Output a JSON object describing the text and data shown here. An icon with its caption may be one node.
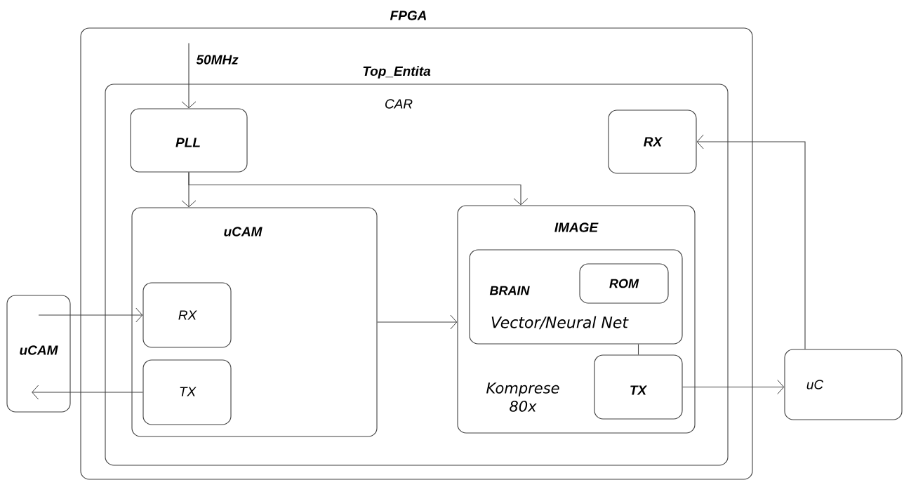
{
  "diagram": {
    "nodes": [
      {
        "text": [
          "FPGA"
        ]
      },
      {
        "text": [
          "Top_Entita",
          "CAR"
        ],
        "in": 0
      },
      {
        "text": [
          "PLL"
        ],
        "in": 1
      },
      {
        "text": [
          "RX"
        ],
        "in": 1
      },
      {
        "text": [
          "uCAM"
        ],
        "in": 1
      },
      {
        "text": [
          "RX"
        ],
        "in": 4
      },
      {
        "text": [
          "TX"
        ],
        "in": 4
      },
      {
        "text": [
          "IMAGE",
          "Komprese 80x"
        ],
        "in": 1
      },
      {
        "text": [
          "BRAIN",
          "Vector/Neural Net"
        ],
        "in": 7
      },
      {
        "text": [
          "ROM"
        ],
        "in": 8
      },
      {
        "text": [
          "TX"
        ],
        "in": 7
      },
      {
        "text": [
          "uCAM"
        ]
      },
      {
        "text": [
          "uC"
        ]
      }
    ],
    "edges": [
      {
        "from": null,
        "to": 2,
        "arrow": "to",
        "label": "50MHz"
      },
      {
        "from": 2,
        "to": 4,
        "arrow": "to"
      },
      {
        "from": 2,
        "to": 7,
        "arrow": "to"
      },
      {
        "from": 11,
        "to": 5,
        "arrow": "to"
      },
      {
        "from": 6,
        "to": 11,
        "arrow": "to"
      },
      {
        "from": 4,
        "to": 7,
        "arrow": "to"
      },
      {
        "from": 8,
        "to": 10,
        "arrow": "none"
      },
      {
        "from": 10,
        "to": 12,
        "arrow": "to"
      },
      {
        "from": 12,
        "to": 3,
        "arrow": "to"
      }
    ]
  }
}
